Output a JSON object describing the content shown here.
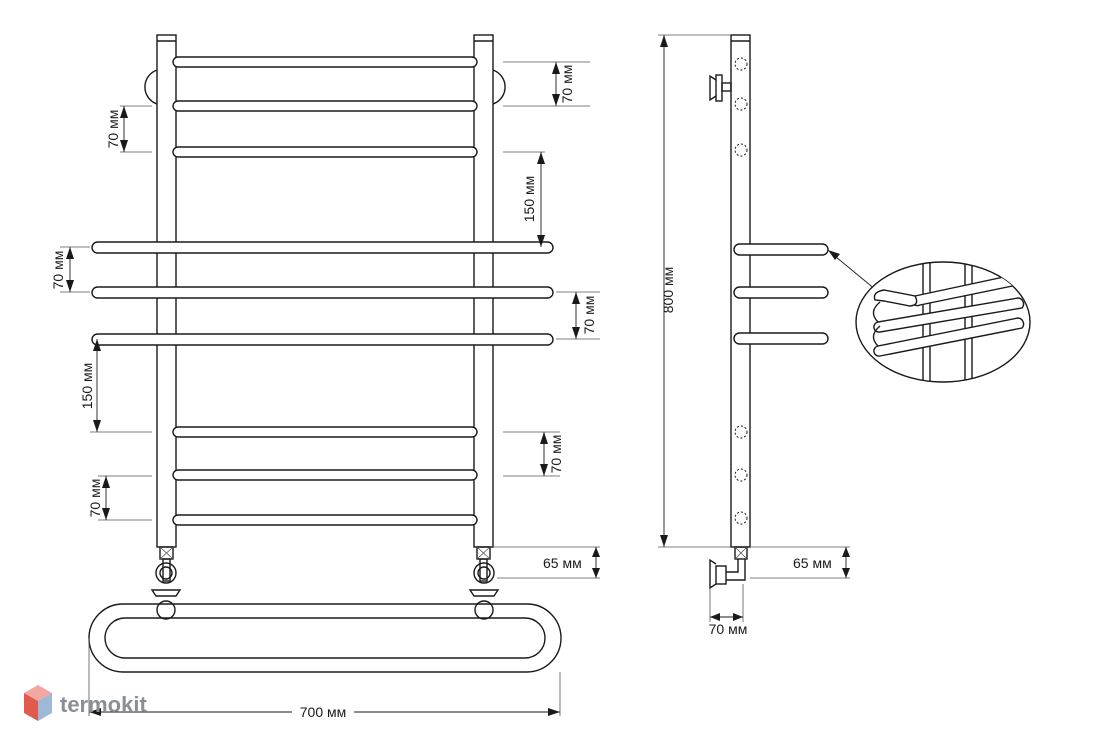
{
  "brand": {
    "name": "termokit",
    "colors": {
      "cube_top": "#f2a8a0",
      "cube_left": "#e05a4e",
      "cube_right": "#9fb8d6",
      "text": "#8a8f96"
    }
  },
  "dimensions": {
    "width_overall": "700 мм",
    "height_overall": "800 мм",
    "bar_spacing_small": "70 мм",
    "bar_spacing_large": "150 мм",
    "bottom_offset": "65 мм",
    "wall_depth": "70 мм"
  },
  "front_view_labels": {
    "top_right_spacing": "70 мм",
    "top_left_spacing": "70 мм",
    "upper_right_gap": "150 мм",
    "mid_left_spacing": "70 мм",
    "mid_right_spacing": "70 мм",
    "lower_left_gap": "150 мм",
    "lower_right_spacing": "70 мм",
    "bottom_left_spacing": "70 мм",
    "connection_offset": "65 мм",
    "overall_width": "700 мм"
  },
  "side_view_labels": {
    "overall_height": "800 мм",
    "connection_offset": "65 мм",
    "wall_depth": "70 мм"
  }
}
